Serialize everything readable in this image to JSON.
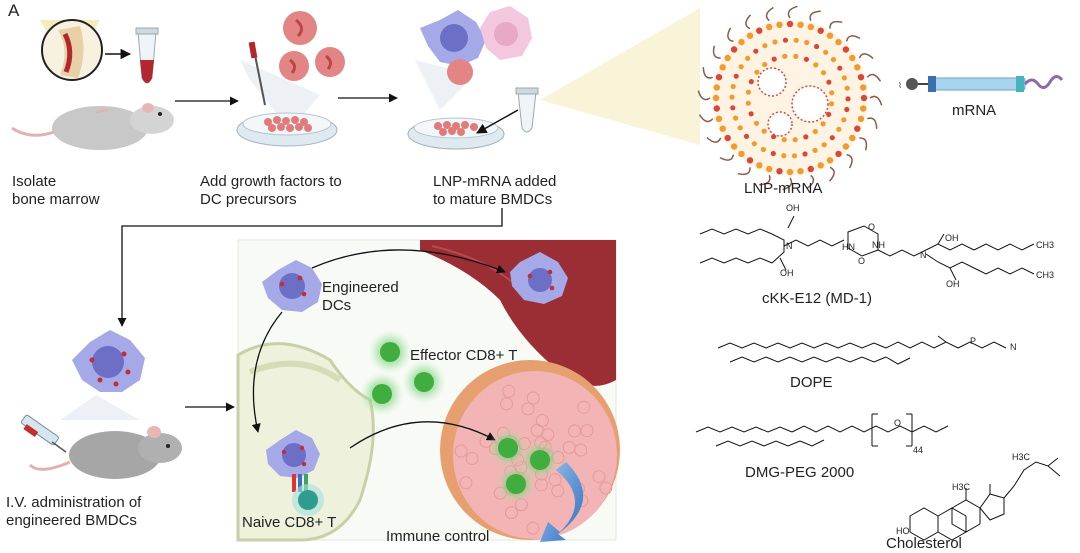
{
  "panel": {
    "letter": "A"
  },
  "workflow": {
    "step1": "Isolate\nbone marrow",
    "step2": "Add growth factors to\nDC precursors",
    "step3": "LNP-mRNA added\nto mature BMDCs",
    "step4": "I.V. administration of\nengineered BMDCs"
  },
  "lnp": {
    "label": "LNP-mRNA",
    "mrna_label": "mRNA"
  },
  "scene": {
    "engineered": "Engineered\nDCs",
    "effector": "Effector CD8+ T",
    "naive": "Naive CD8+ T",
    "immune": "Immune control"
  },
  "lipids": {
    "ckk": "cKK-E12 (MD-1)",
    "dope": "DOPE",
    "dmg": "DMG-PEG 2000",
    "chol": "Cholesterol",
    "oh": "OH",
    "ch3": "CH3",
    "n": "N",
    "nh": "NH",
    "hn": "HN",
    "o": "O",
    "p": "P",
    "n_plus": "N",
    "ho": "HO",
    "h3c": "H3C",
    "peg_n": "44"
  },
  "colors": {
    "dc_purple": "#9a9ee6",
    "dc_pink": "#f0c3dc",
    "rbc": "#e07878",
    "tissue": "#9b2d35",
    "tcell_green": "#5cc05c",
    "naive_teal": "#4ab3a8",
    "tumor": "#f2b4b4",
    "lymph": "#eef1dc",
    "lnp_orange": "#f29a2e",
    "lnp_red": "#d8483a",
    "arrow_blue": "#4c8cd6"
  }
}
